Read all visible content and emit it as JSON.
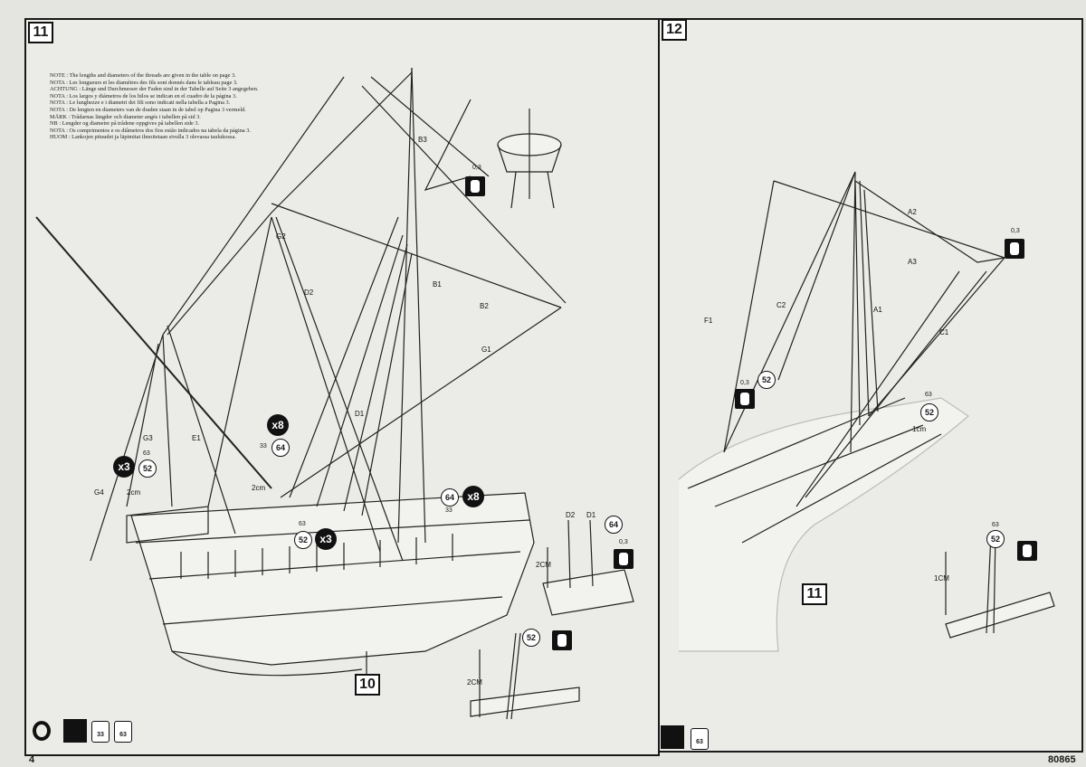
{
  "steps": {
    "left": "11",
    "right": "12"
  },
  "note_lines": [
    "NOTE : The lengths and diameters of the threads are given in the table on page 3.",
    "NOTA : Les longueurs et les diamètres des fils sont donnés dans le tableau page 3.",
    "ACHTUNG : Länge und Durchmesser der Faden sind in der Tabelle auf Seite 3 angegeben.",
    "NOTA : Los largos y diámetros de los hilos se indican en el cuadro de la página 3.",
    "NOTA : Le lunghezze e i diametri dei fili sono indicati nella tabella a Pagina 3.",
    "NOTA : De lengten en diameters van de draden staan in de tabel op Pagina 3 vermeld.",
    "MÄRK : Trådarnas längder och diameter angés i tabellen på sid 3.",
    "NB : Lengder og diametre på trådene oppgives på tabellen side 3.",
    "NOTA : Os comprimentos e os diâmetros dos fios estão indicados na tabela da página 3.",
    "HUOM : Lankojen pituudet ja läpimitat ilmoitetaan sivulla 3 olevassa taulukossa."
  ],
  "left_labels": {
    "b3": "B3",
    "g2": "G2",
    "d2": "D2",
    "b1": "B1",
    "b2": "B2",
    "g1": "G1",
    "d1": "D1",
    "e1": "E1",
    "g3": "G3",
    "g4": "G4",
    "cm2a": "2cm",
    "cm2b": "2cm",
    "thread": "0,3",
    "x8a": "x8",
    "c64a": "64",
    "n33a": "33",
    "x3a": "x3",
    "c52a": "52",
    "n63a": "63",
    "c64b": "64",
    "x8b": "x8",
    "n33b": "33",
    "n63b": "63",
    "c52b": "52",
    "x3b": "x3",
    "ref_step": "10",
    "inset1": {
      "d2": "D2",
      "d1": "D1",
      "c64": "64",
      "thread": "0,3",
      "cm": "2CM"
    },
    "inset2": {
      "c52": "52",
      "cm": "2CM"
    }
  },
  "right_labels": {
    "a2": "A2",
    "a3": "A3",
    "thread1": "0,3",
    "c2": "C2",
    "a1": "A1",
    "f1": "F1",
    "c1": "C1",
    "thread2": "0,3",
    "c52a": "52",
    "n63a": "63",
    "c52b": "52",
    "cm1": "1cm",
    "ref_step": "11",
    "inset": {
      "n63": "63",
      "c52": "52",
      "cm": "1CM"
    }
  },
  "paints": {
    "left": [
      "33",
      "63"
    ],
    "right": [
      "63"
    ]
  },
  "footer": {
    "page_number": "4",
    "catalog_number": "80865"
  }
}
